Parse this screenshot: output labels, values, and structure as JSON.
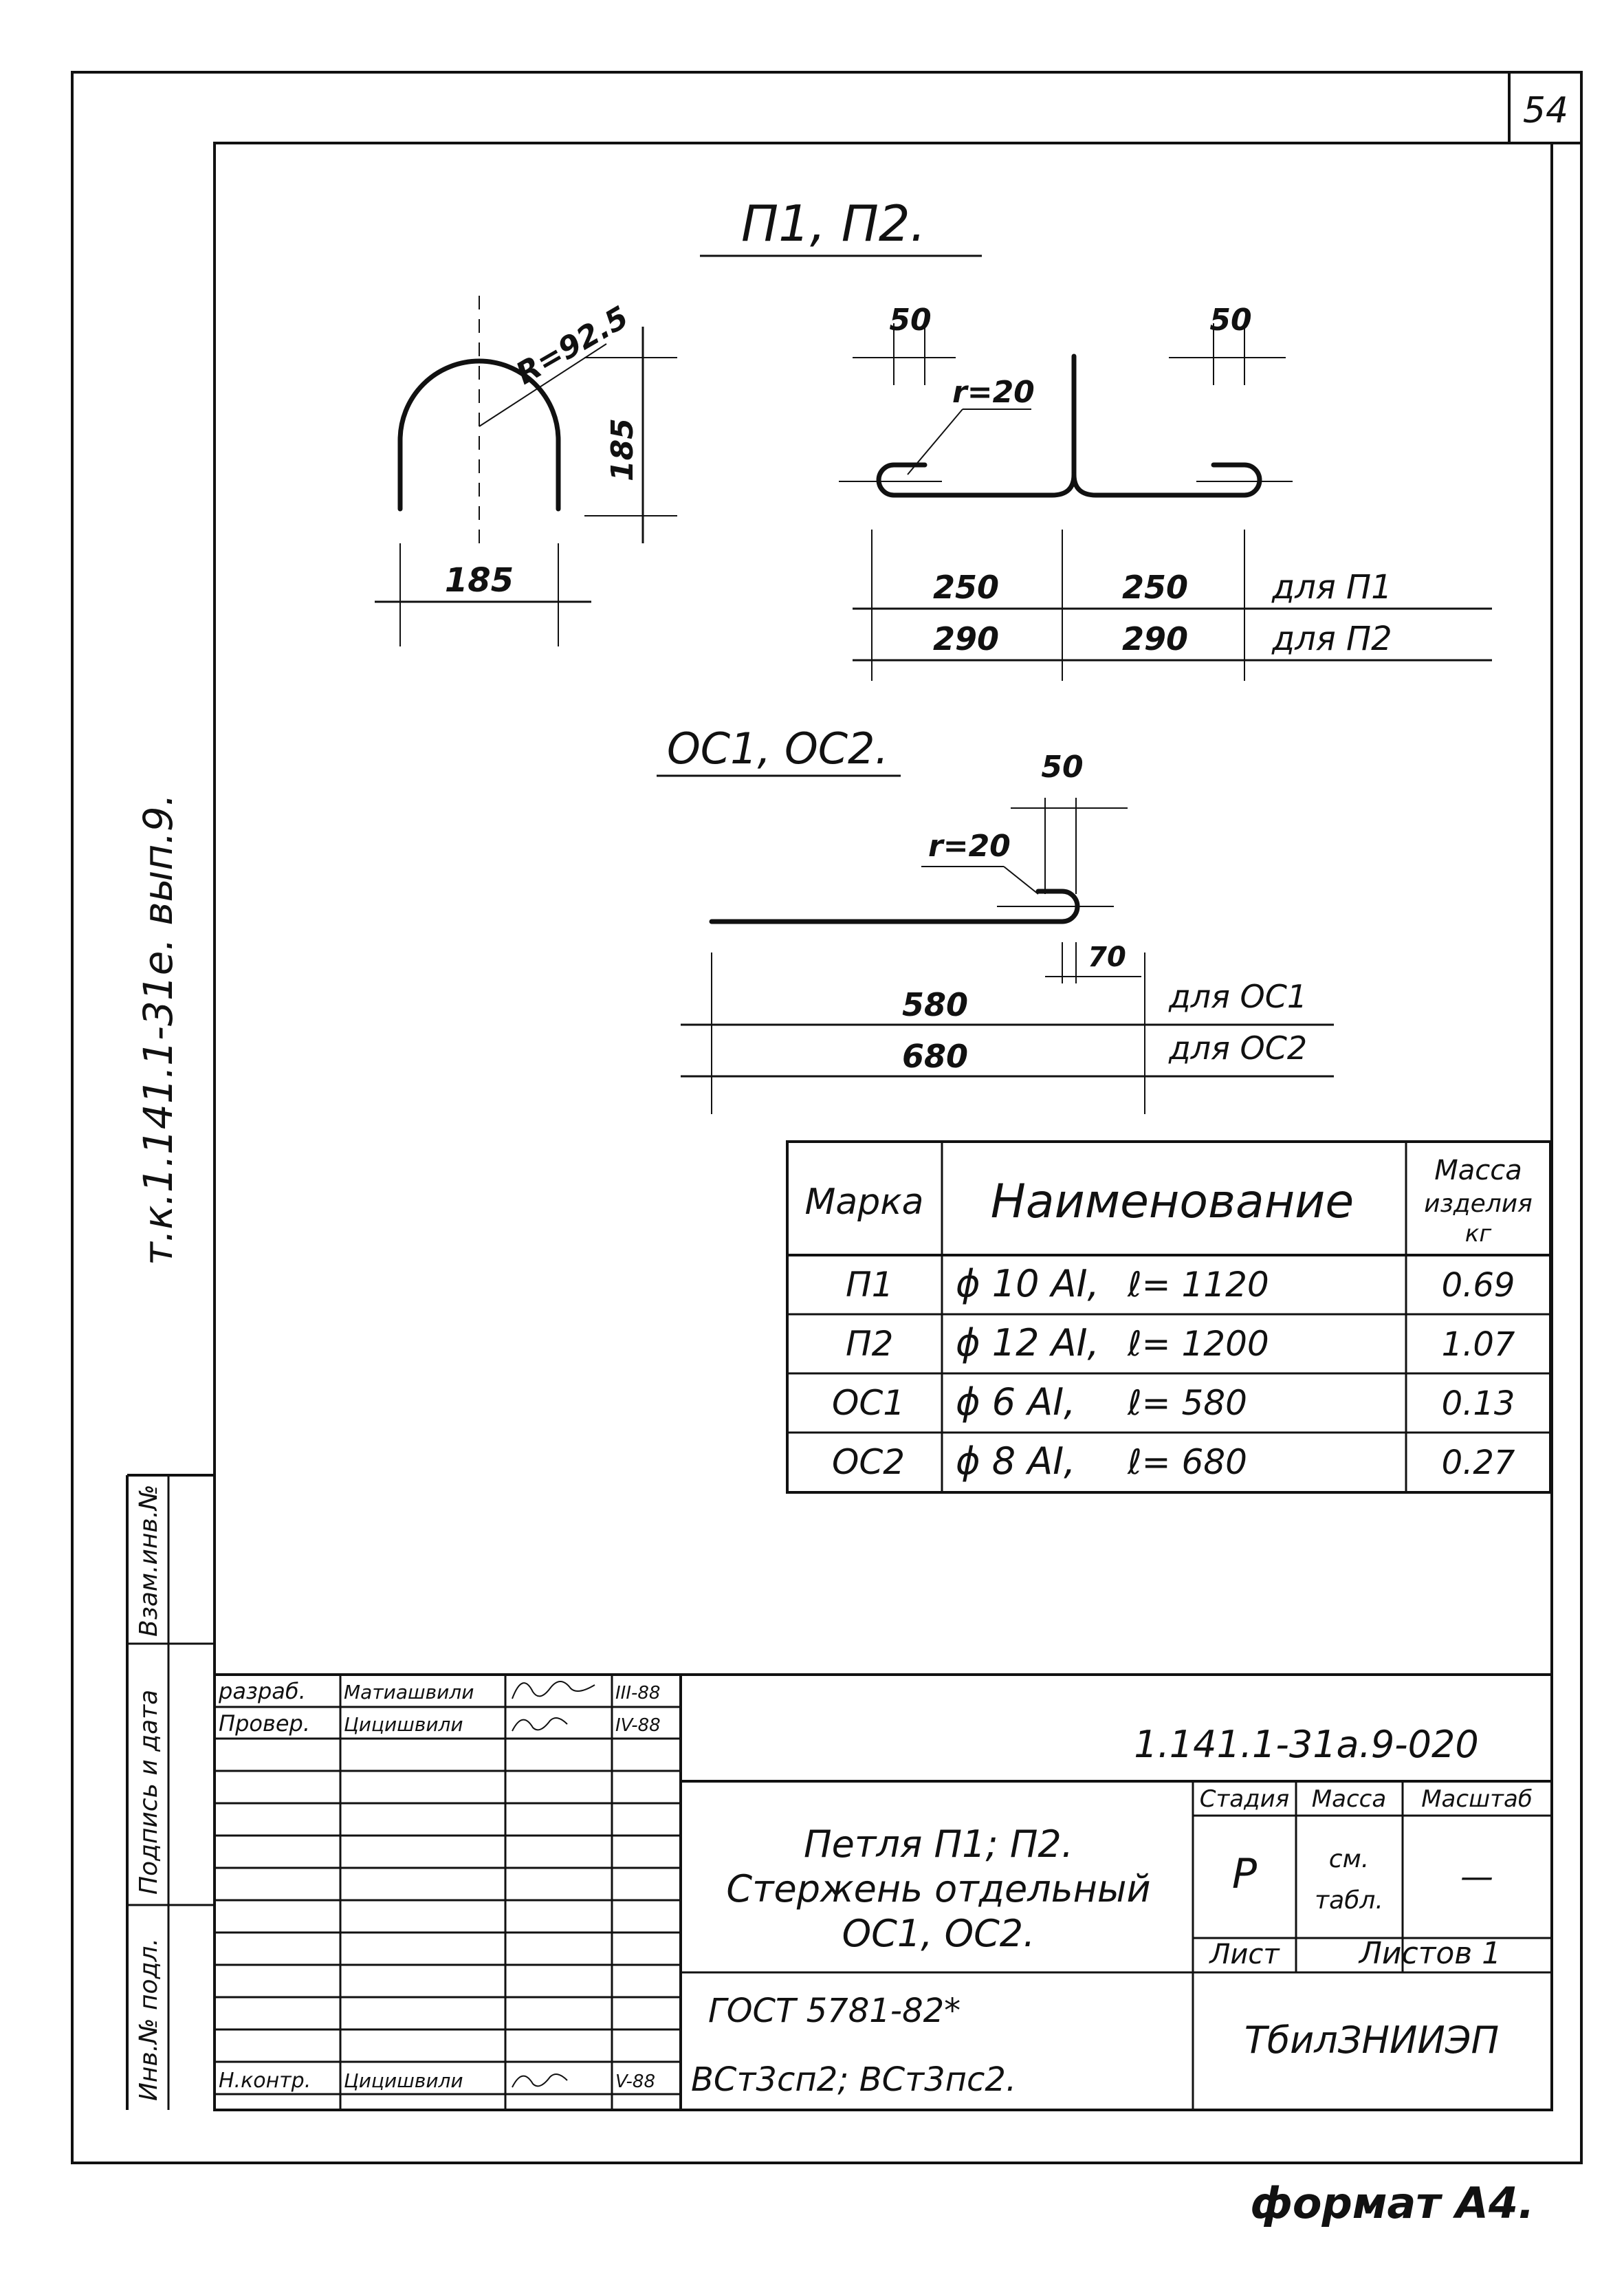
{
  "sheet_number": "54",
  "side_code": "т.к.1.141.1-31е. вып.9.",
  "format_label": "формат А4.",
  "section_p": {
    "title": "П1, П2.",
    "radius": "R=92.5",
    "height": "185",
    "width": "185",
    "dim_50_left": "50",
    "dim_50_right": "50",
    "bend_radius": "r=20",
    "row1": [
      "250",
      "250",
      "для П1"
    ],
    "row2": [
      "290",
      "290",
      "для П2"
    ]
  },
  "section_oc": {
    "title": "ОС1, ОС2.",
    "dim_50": "50",
    "bend_radius": "r=20",
    "dim_70": "70",
    "row1": [
      "580",
      "для ОС1"
    ],
    "row2": [
      "680",
      "для ОС2"
    ]
  },
  "spec_table": {
    "headers": [
      "Марка",
      "Наименование",
      "Масса",
      "изделия",
      "кг"
    ],
    "rows": [
      {
        "mark": "П1",
        "name": "ϕ 10 АI,",
        "len": "ℓ= 1120",
        "mass": "0.69"
      },
      {
        "mark": "П2",
        "name": "ϕ 12 АI,",
        "len": "ℓ= 1200",
        "mass": "1.07"
      },
      {
        "mark": "ОС1",
        "name": "ϕ 6 АI,",
        "len": "ℓ= 580",
        "mass": "0.13"
      },
      {
        "mark": "ОС2",
        "name": "ϕ 8 АI,",
        "len": "ℓ= 680",
        "mass": "0.27"
      }
    ]
  },
  "side_stamp": [
    "Инв.№ подл.",
    "Подпись и дата",
    "Взам.инв.№"
  ],
  "title_block": {
    "sign_rows": [
      {
        "role": "разраб.",
        "name": "Матиашвили",
        "date": "III-88"
      },
      {
        "role": "Провер.",
        "name": "Цицишвили",
        "date": "IV-88"
      },
      {
        "role": "Н.контр.",
        "name": "Цицишвили",
        "date": "V-88"
      }
    ],
    "doc_code": "1.141.1-31а.9-020",
    "title_lines": [
      "Петля П1; П2.",
      "Стержень отдельный",
      "ОС1, ОС2."
    ],
    "stage_header": "Стадия",
    "mass_header": "Масса",
    "scale_header": "Масштаб",
    "stage": "Р",
    "mass_lines": [
      "см.",
      "табл."
    ],
    "scale": "—",
    "sheet_label": "Лист",
    "sheets_label": "Листов 1",
    "standard": "ГОСТ 5781-82*",
    "steel": "ВСт3сп2;  ВСт3пс2.",
    "org": "ТбилЗНИИЭП"
  }
}
